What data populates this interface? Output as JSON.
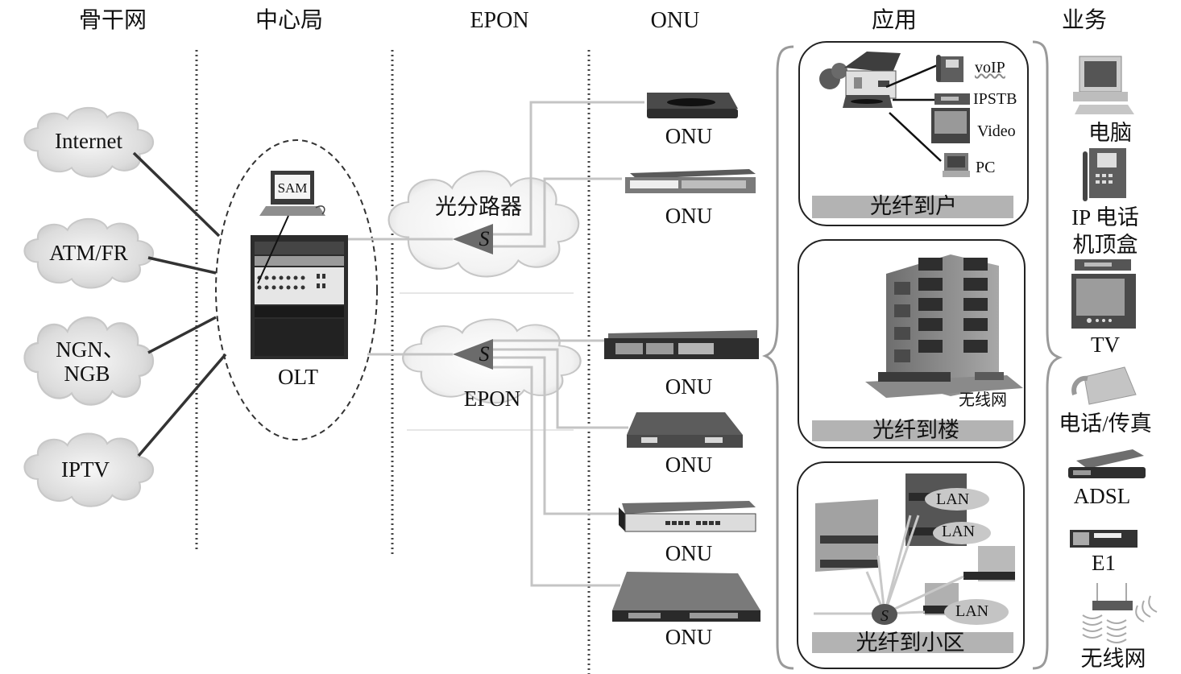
{
  "columns": [
    {
      "key": "backbone",
      "title": "骨干网"
    },
    {
      "key": "central_office",
      "title": "中心局"
    },
    {
      "key": "epon",
      "title": "EPON"
    },
    {
      "key": "onu",
      "title": "ONU"
    },
    {
      "key": "application",
      "title": "应用"
    },
    {
      "key": "service",
      "title": "业务"
    }
  ],
  "backbone_networks": [
    {
      "label": "Internet"
    },
    {
      "label": "ATM/FR"
    },
    {
      "label": "NGN、",
      "label2": "NGB"
    },
    {
      "label": "IPTV"
    }
  ],
  "central_office": {
    "olt_label": "OLT",
    "sam_label": "SAM"
  },
  "splitters": [
    {
      "label": "光分路器",
      "symbol": "S"
    },
    {
      "label": "EPON",
      "symbol": "S"
    }
  ],
  "onus": [
    {
      "label": "ONU",
      "device": "modem"
    },
    {
      "label": "ONU",
      "device": "rack-switch"
    },
    {
      "label": "ONU",
      "device": "rack-router"
    },
    {
      "label": "ONU",
      "device": "desktop-box"
    },
    {
      "label": "ONU",
      "device": "ethernet-switch"
    },
    {
      "label": "ONU",
      "device": "flat-box"
    }
  ],
  "applications": [
    {
      "title": "光纤到户",
      "items": [
        "voIP",
        "IPSTB",
        "Video",
        "PC"
      ]
    },
    {
      "title": "光纤到楼",
      "items": [
        "无线网"
      ]
    },
    {
      "title": "光纤到小区",
      "items": [
        "LAN",
        "LAN",
        "LAN"
      ],
      "symbol": "S"
    }
  ],
  "services": [
    {
      "label": "电脑",
      "icon": "desktop-computer"
    },
    {
      "label": "IP 电话",
      "icon": "ip-phone"
    },
    {
      "label": "机顶盒",
      "icon": "set-top-box"
    },
    {
      "label": "TV",
      "icon": "television"
    },
    {
      "label": "电话/传真",
      "icon": "telephone"
    },
    {
      "label": "ADSL",
      "icon": "adsl-modem"
    },
    {
      "label": "E1",
      "icon": "e1-device"
    },
    {
      "label": "无线网",
      "icon": "wireless-router"
    }
  ],
  "colors": {
    "cloud_fill": "#d9d9d9",
    "fiber_line": "#c4c4c4",
    "backbone_line": "#333333",
    "splitter": "#6b6b6b",
    "band": "#b3b3b3",
    "device_dark": "#3d3d3d"
  }
}
